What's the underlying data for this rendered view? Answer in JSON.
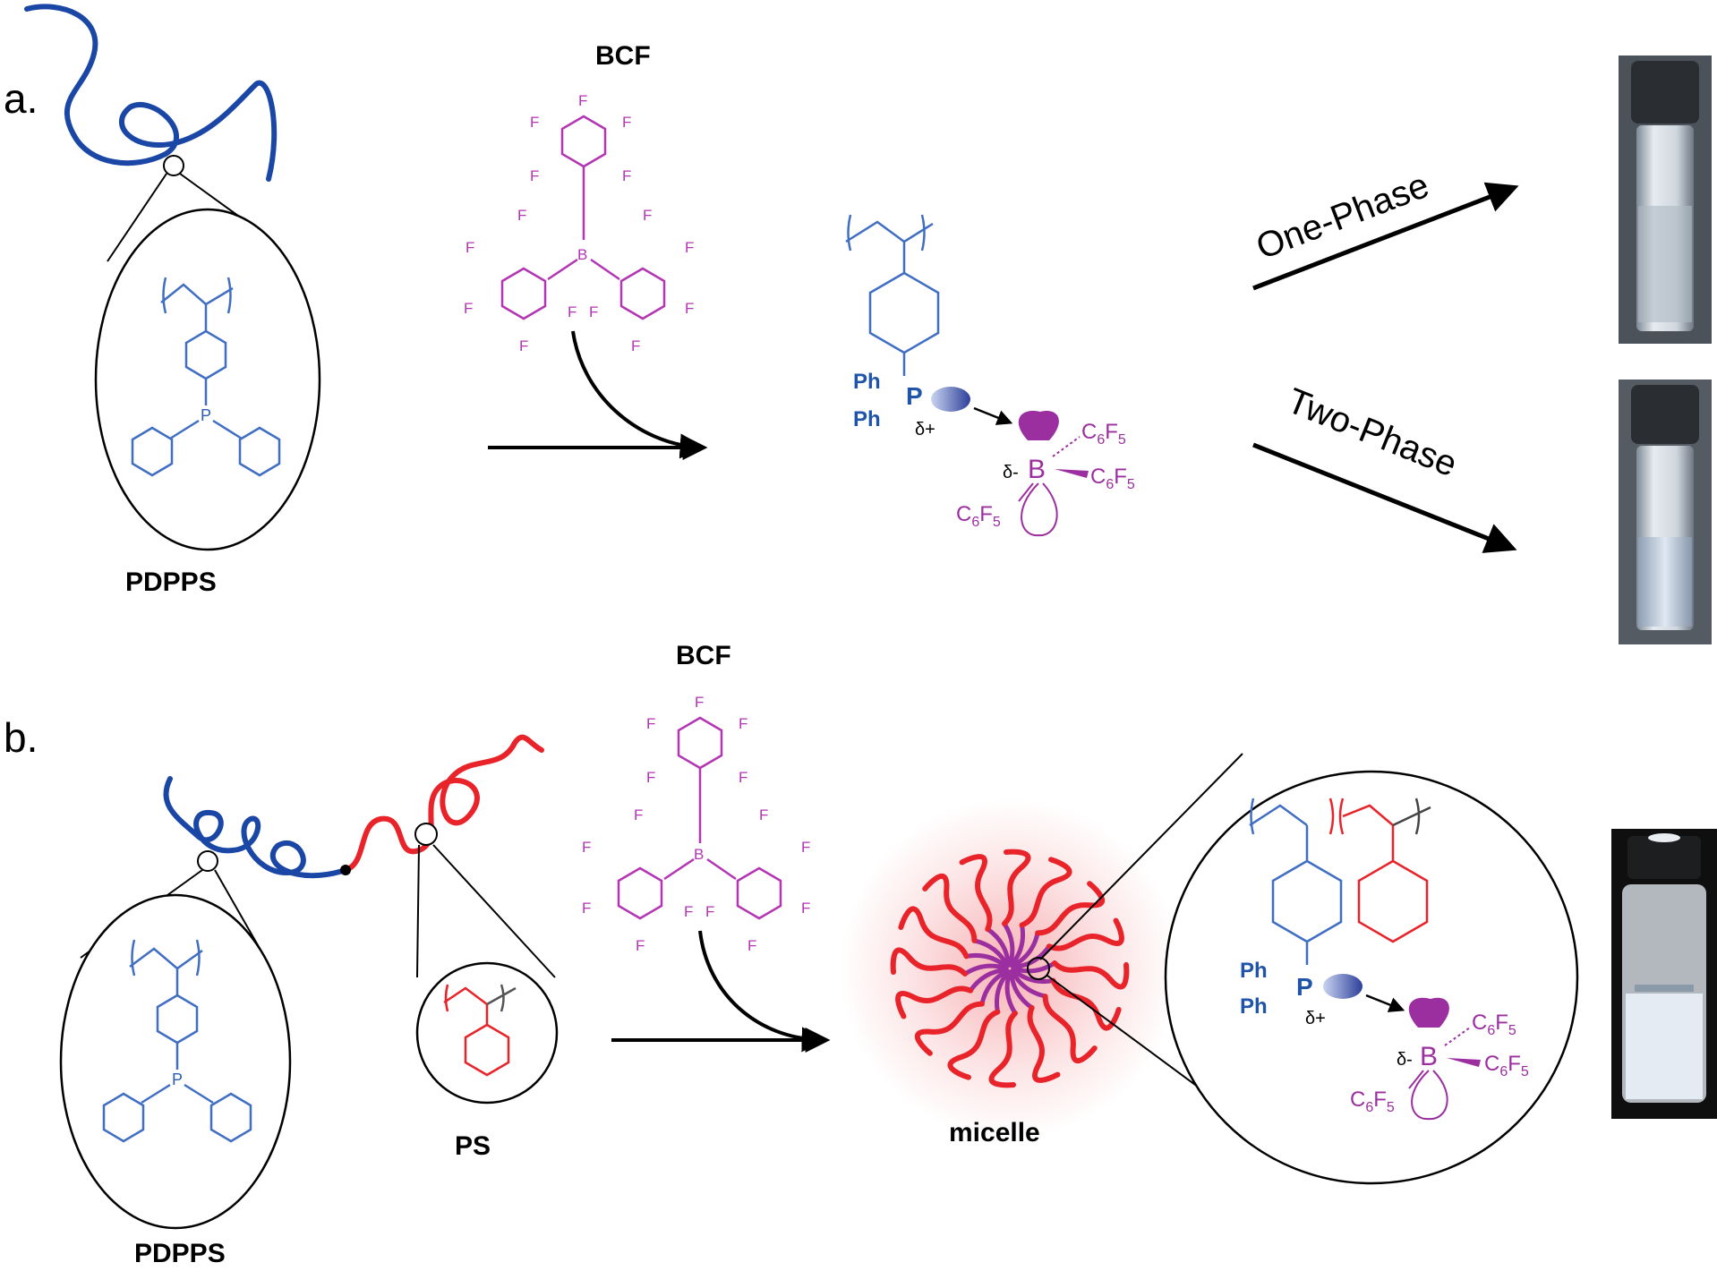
{
  "panels": {
    "a": "a.",
    "b": "b."
  },
  "labels": {
    "bcf_a": "BCF",
    "bcf_b": "BCF",
    "pdpps_a": "PDPPS",
    "pdpps_b": "PDPPS",
    "ps": "PS",
    "micelle": "micelle",
    "one_phase": "One-Phase",
    "two_phase": "Two-Phase"
  },
  "atoms": {
    "fluorine": "F",
    "boron": "B",
    "phosphorus": "P"
  },
  "complex": {
    "ph": "Ph",
    "p": "P",
    "b": "B",
    "c": "C",
    "f": "F",
    "sub6": "6",
    "sub5": "5",
    "delta_plus": "δ+",
    "delta_minus": "δ-"
  },
  "colors": {
    "pdpps_blue": "#1a47a6",
    "ps_red": "#e8232a",
    "bcf_magenta": "#b335b3",
    "complex_purple": "#9b2fa0",
    "structure_blue": "#3f6ec2"
  }
}
